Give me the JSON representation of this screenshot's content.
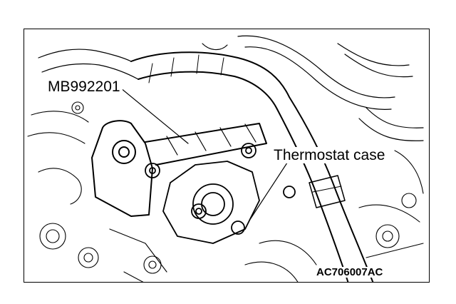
{
  "labels": {
    "tool": "MB992201",
    "part": "Thermostat case",
    "figure_code": "AC706007AC"
  },
  "colors": {
    "line": "#000000",
    "background": "#ffffff"
  }
}
